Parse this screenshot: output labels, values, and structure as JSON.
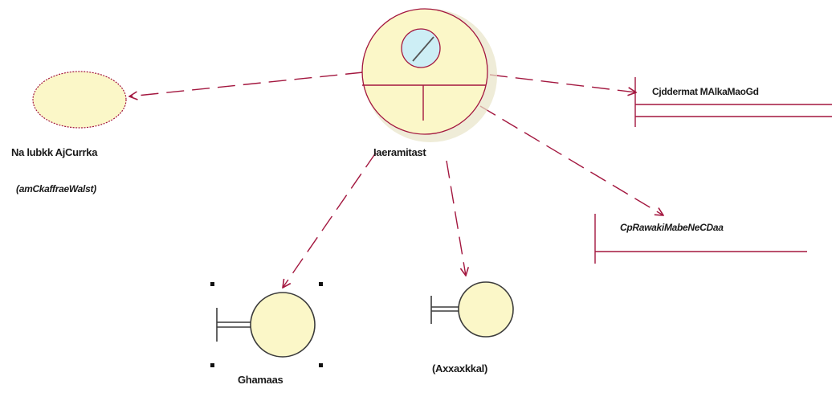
{
  "colors": {
    "fill": "#fbf7c8",
    "stroke": "#a3173f",
    "boundary_stroke": "#3c3c3c",
    "entity_core": "#cdeef5",
    "arrow": "#a3173f"
  },
  "elements": {
    "usecase": {
      "name": "Na lubkk AjCurrka",
      "stereotype": "(amCkaffraeWalst)"
    },
    "controller": {
      "name": "Iaeramitast"
    },
    "class_top": {
      "name": "Cjddermat MAlkaMaoGd"
    },
    "class_mid": {
      "name": "CpRawakiMabeNeCDaa"
    },
    "boundary_left": {
      "name": "Ghamaas"
    },
    "boundary_right": {
      "name": "(Axxaxkkal)"
    }
  }
}
